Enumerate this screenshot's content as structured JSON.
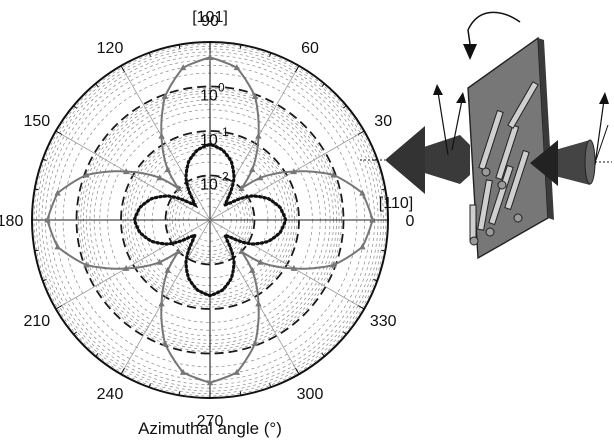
{
  "chart_data": {
    "type": "polar",
    "angular_ticks_deg": [
      0,
      30,
      60,
      90,
      120,
      150,
      180,
      210,
      240,
      270,
      300,
      330
    ],
    "angular_tick_labels": [
      "0",
      "30",
      "60",
      "90",
      "120",
      "150",
      "180",
      "210",
      "240",
      "270",
      "300",
      "330"
    ],
    "direction_labels": {
      "at_90": "[101]",
      "at_0": "[110]"
    },
    "radial_scale": "log",
    "radial_range": [
      0.001,
      10
    ],
    "radial_ticks": [
      {
        "value": 1,
        "label_base": "10",
        "label_exp": "0"
      },
      {
        "value": 0.1,
        "label_base": "10",
        "label_exp": "-1"
      },
      {
        "value": 0.01,
        "label_base": "10",
        "label_exp": "-2"
      }
    ],
    "xlabel": "Azimuthal angle (°)",
    "series": [
      {
        "style": "solid-gray-with-triangle-markers",
        "angles_deg": [
          0,
          10,
          20,
          30,
          40,
          45,
          50,
          60,
          70,
          80,
          90,
          100,
          110,
          120,
          130,
          135,
          140,
          150,
          160,
          170,
          180,
          190,
          200,
          210,
          220,
          225,
          230,
          240,
          250,
          260,
          270,
          280,
          290,
          300,
          310,
          315,
          320,
          330,
          340,
          350
        ],
        "values": [
          4.5,
          3.0,
          0.9,
          0.15,
          0.03,
          0.01,
          0.03,
          0.15,
          0.9,
          3.0,
          4.5,
          3.0,
          0.9,
          0.15,
          0.03,
          0.01,
          0.03,
          0.15,
          0.9,
          3.0,
          4.5,
          3.0,
          0.9,
          0.15,
          0.03,
          0.01,
          0.03,
          0.15,
          0.9,
          3.0,
          4.5,
          3.0,
          0.9,
          0.15,
          0.03,
          0.01,
          0.03,
          0.15,
          0.9,
          3.0
        ]
      },
      {
        "style": "dotted-black",
        "angles_deg": [
          0,
          10,
          20,
          30,
          40,
          45,
          50,
          60,
          70,
          80,
          90,
          100,
          110,
          120,
          130,
          135,
          140,
          150,
          160,
          170,
          180,
          190,
          200,
          210,
          220,
          225,
          230,
          240,
          250,
          260,
          270,
          280,
          290,
          300,
          310,
          315,
          320,
          330,
          340,
          350
        ],
        "values": [
          0.05,
          0.04,
          0.025,
          0.012,
          0.004,
          0.003,
          0.004,
          0.012,
          0.025,
          0.04,
          0.05,
          0.04,
          0.025,
          0.012,
          0.004,
          0.003,
          0.004,
          0.012,
          0.025,
          0.04,
          0.05,
          0.04,
          0.025,
          0.012,
          0.004,
          0.003,
          0.004,
          0.012,
          0.025,
          0.04,
          0.05,
          0.04,
          0.025,
          0.012,
          0.004,
          0.003,
          0.004,
          0.012,
          0.025,
          0.04
        ]
      }
    ],
    "grid": true
  },
  "colors": {
    "axis": "#111111",
    "grid_dashed": "#8a8a8a",
    "major_ring_dash": "#1a1a1a",
    "series_gray": "#777777",
    "series_dotted": "#111111",
    "plate": "#777777",
    "plate_edge": "#222222",
    "beam": "#444444"
  },
  "schematic": {
    "description_icon": "nanowire-array-on-plate-with-beams"
  }
}
